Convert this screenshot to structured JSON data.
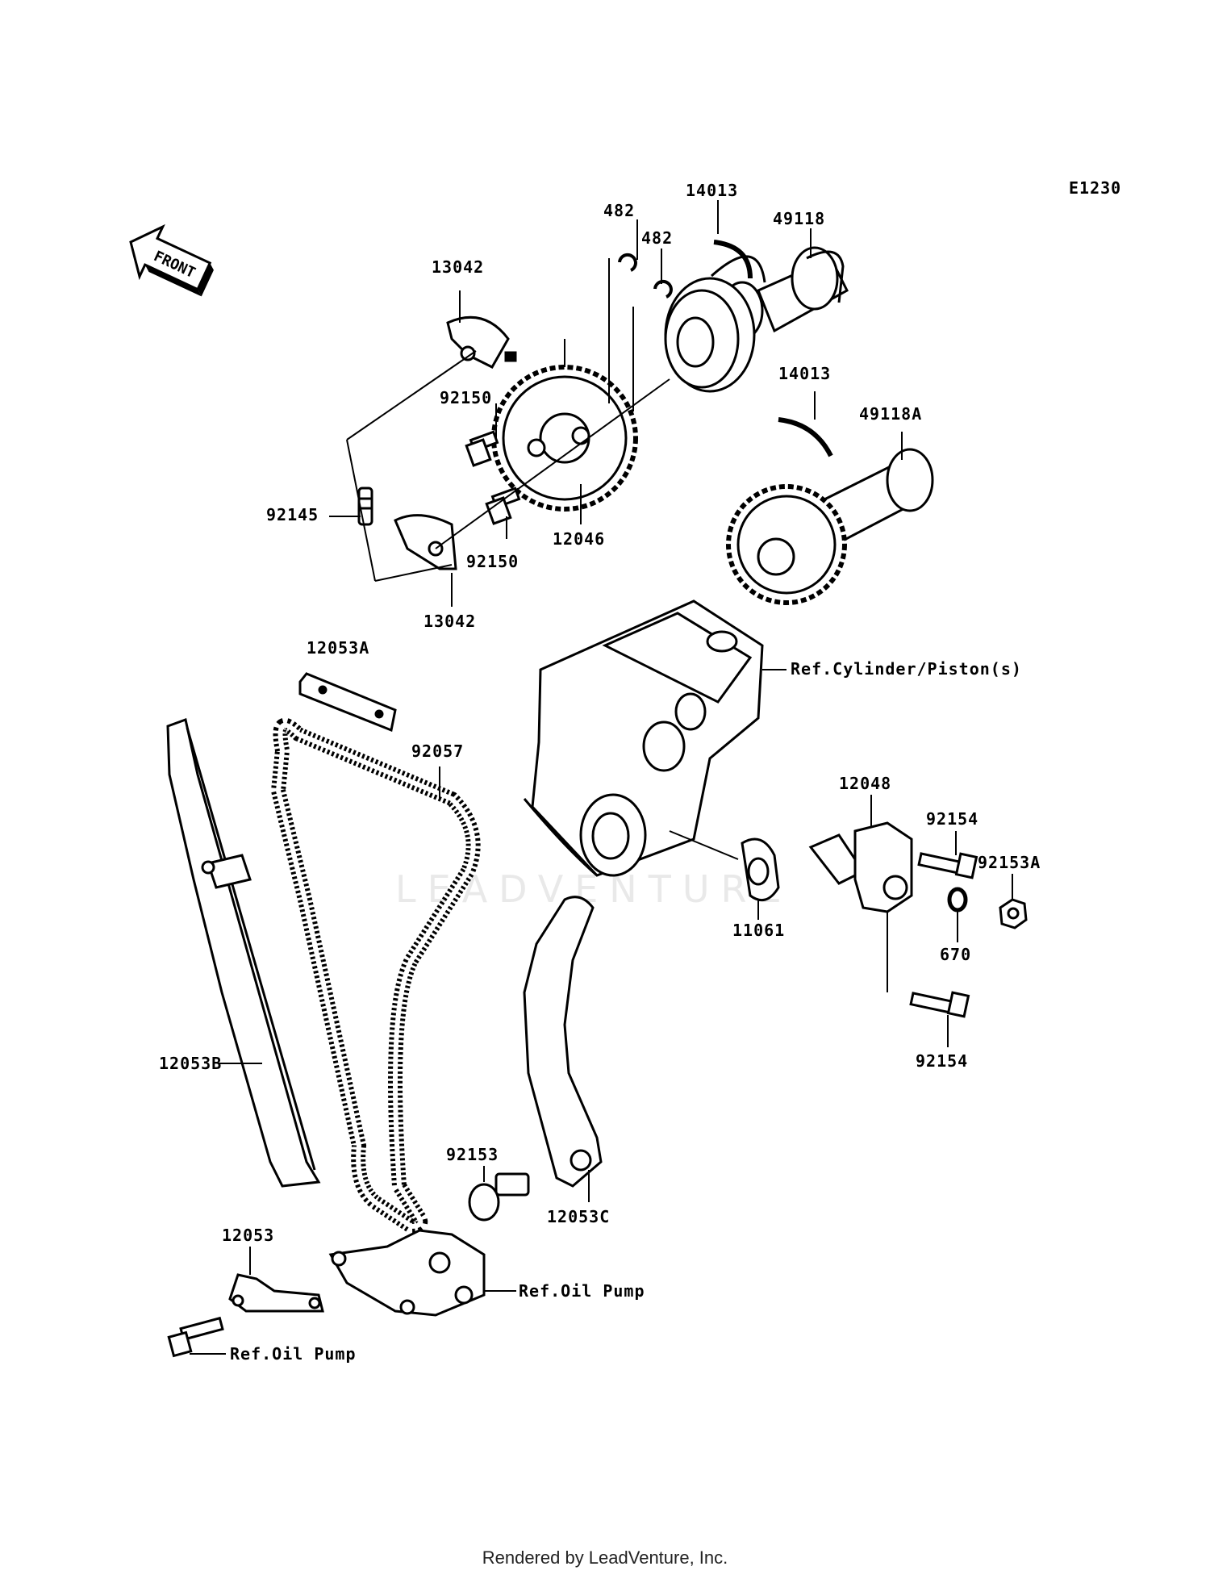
{
  "diagram_code": "E1230",
  "front_label": "FRONT",
  "watermark": "LEADVENTURE",
  "footer": "Rendered by LeadVenture, Inc.",
  "labels": {
    "p482a": "482",
    "p482b": "482",
    "p14013a": "14013",
    "p49118": "49118",
    "p13042a": "13042",
    "p92150a": "92150",
    "p14013b": "14013",
    "p49118A": "49118A",
    "p92145": "92145",
    "p12046": "12046",
    "p92150b": "92150",
    "p13042b": "13042",
    "p12053A": "12053A",
    "refCyl": "Ref.Cylinder/Piston(s)",
    "p92057": "92057",
    "p12048": "12048",
    "p92154a": "92154",
    "p92153A": "92153A",
    "p11061": "11061",
    "p670": "670",
    "p12053B": "12053B",
    "p92154b": "92154",
    "p92153": "92153",
    "p12053C": "12053C",
    "p12053": "12053",
    "refOil1": "Ref.Oil Pump",
    "refOil2": "Ref.Oil Pump"
  }
}
